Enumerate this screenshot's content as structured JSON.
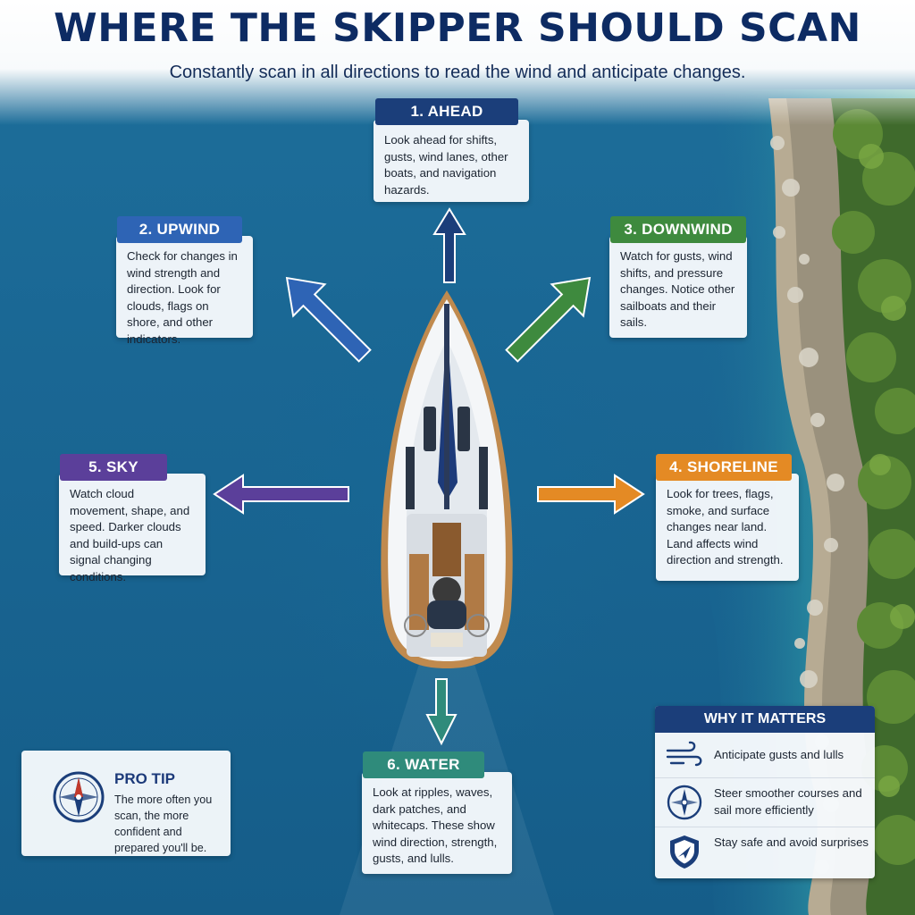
{
  "title": "WHERE THE SKIPPER SHOULD SCAN",
  "subtitle": "Constantly scan in all directions to read the wind and anticipate changes.",
  "colors": {
    "ahead": "#1b3e7a",
    "upwind": "#2e64b5",
    "downwind": "#3e8a3e",
    "shoreline": "#e48a24",
    "sky": "#5b3f9a",
    "water": "#2f8b7b",
    "navy": "#0d2b63"
  },
  "directions": {
    "ahead": {
      "label": "1. AHEAD",
      "text": "Look ahead for shifts, gusts, wind lanes, other boats, and navigation hazards."
    },
    "upwind": {
      "label": "2. UPWIND",
      "text": "Check for changes in wind strength and direction. Look for clouds, flags on shore, and other indicators."
    },
    "downwind": {
      "label": "3. DOWNWIND",
      "text": "Watch for gusts, wind shifts, and pressure changes. Notice other sailboats and their sails."
    },
    "shoreline": {
      "label": "4. SHORELINE",
      "text": "Look for trees, flags, smoke, and surface changes near land. Land affects wind direction and strength."
    },
    "sky": {
      "label": "5. SKY",
      "text": "Watch cloud movement, shape, and speed. Darker clouds and build-ups can signal changing conditions."
    },
    "water": {
      "label": "6. WATER",
      "text": "Look at ripples, waves, dark patches, and whitecaps. These show wind direction, strength, gusts, and lulls."
    }
  },
  "pro_tip": {
    "icon": "compass-icon",
    "title": "PRO TIP",
    "text": "The more often you scan, the more confident and prepared you'll be."
  },
  "why_it_matters": {
    "title": "WHY IT MATTERS",
    "items": [
      {
        "icon": "wind-icon",
        "text": "Anticipate gusts and lulls"
      },
      {
        "icon": "compass-icon",
        "text": "Steer smoother courses and sail more efficiently"
      },
      {
        "icon": "shield-icon",
        "text": "Stay safe and avoid surprises"
      }
    ]
  }
}
